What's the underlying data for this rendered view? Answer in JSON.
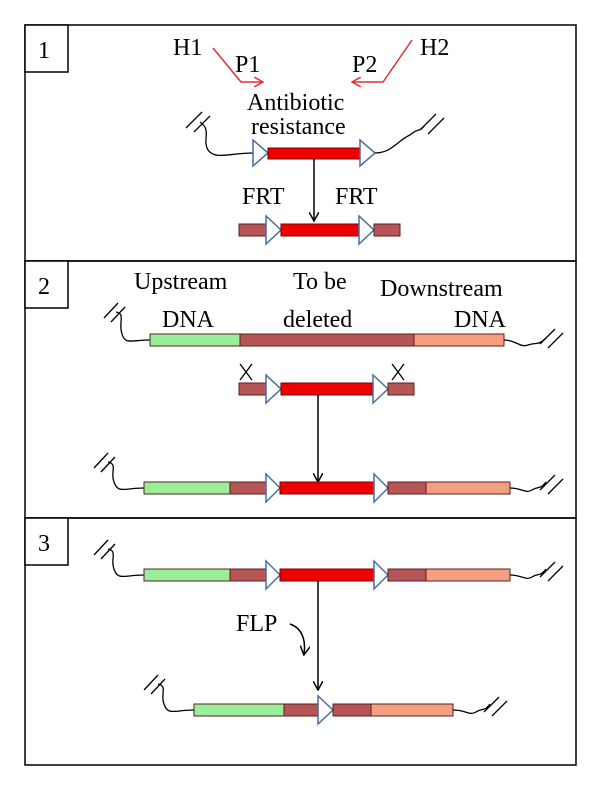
{
  "panels": [
    {
      "number": "1",
      "labels": {
        "h1": "H1",
        "p1": "P1",
        "p2": "P2",
        "h2": "H2",
        "antibiotic": "Antibiotic",
        "resistance": "resistance",
        "frt_left": "FRT",
        "frt_right": "FRT"
      }
    },
    {
      "number": "2",
      "labels": {
        "upstream": "Upstream",
        "dna_up": "DNA",
        "to_be": "To be",
        "deleted": "deleted",
        "downstream": "Downstream",
        "dna_down": "DNA"
      }
    },
    {
      "number": "3",
      "labels": {
        "flp": "FLP"
      }
    }
  ],
  "colors": {
    "upstream_dna": "#99ee99",
    "deleted_region": "#b55555",
    "downstream_dna": "#f4a080",
    "resistance_gene": "#ee0000",
    "frt_site": "#4a6fa0",
    "primer_arrow": "#e03030"
  }
}
